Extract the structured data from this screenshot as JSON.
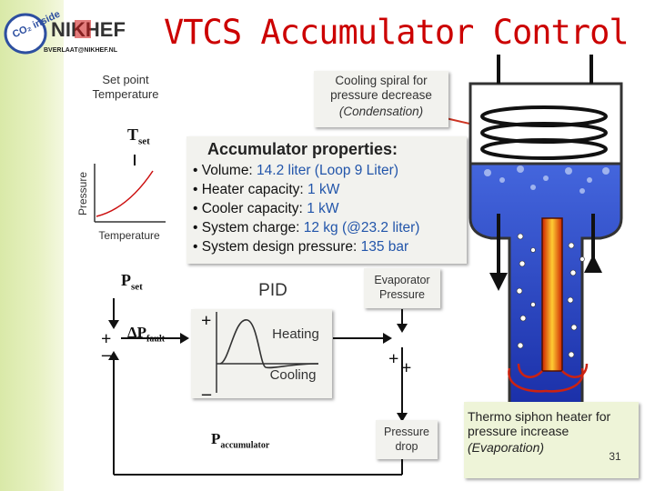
{
  "logo": {
    "text": "NIKHEF",
    "co2_text": "CO₂ inside",
    "email": "BVERLAAT@NIKHEF.NL"
  },
  "title": "VTCS Accumulator Control",
  "setpoint_label": "Set point\nTemperature",
  "cooling_spiral_label": "Cooling spiral for\npressure decrease",
  "cooling_spiral_sub": "(Condensation)",
  "tset": {
    "main": "T",
    "sub": "set"
  },
  "pset": {
    "main": "P",
    "sub": "set"
  },
  "dpfault": {
    "main": "ΔP",
    "sub": "fault"
  },
  "paccumulator": {
    "main": "P",
    "sub": "accumulator"
  },
  "graph_ylabel": "Pressure",
  "graph_xlabel": "Temperature",
  "props_title": "Accumulator properties:",
  "props": [
    {
      "label": "Volume: ",
      "value": "14.2 liter (Loop 9 Liter)"
    },
    {
      "label": "Heater capacity: ",
      "value": "1 kW"
    },
    {
      "label": "Cooler capacity: ",
      "value": "1 kW"
    },
    {
      "label": "System charge: ",
      "value": "12 kg (@23.2 liter)"
    },
    {
      "label": "System design pressure: ",
      "value": "135 bar"
    }
  ],
  "evap_label": "Evaporator\nPressure",
  "pid_label": "PID",
  "heating_label": "Heating",
  "cooling_label": "Cooling",
  "pressure_drop_label": "Pressure\ndrop",
  "thermo_label": "Thermo siphon heater for\npressure increase",
  "thermo_sub": "(Evaporation)",
  "plus": "+",
  "minus": "_",
  "page_number": "31"
}
